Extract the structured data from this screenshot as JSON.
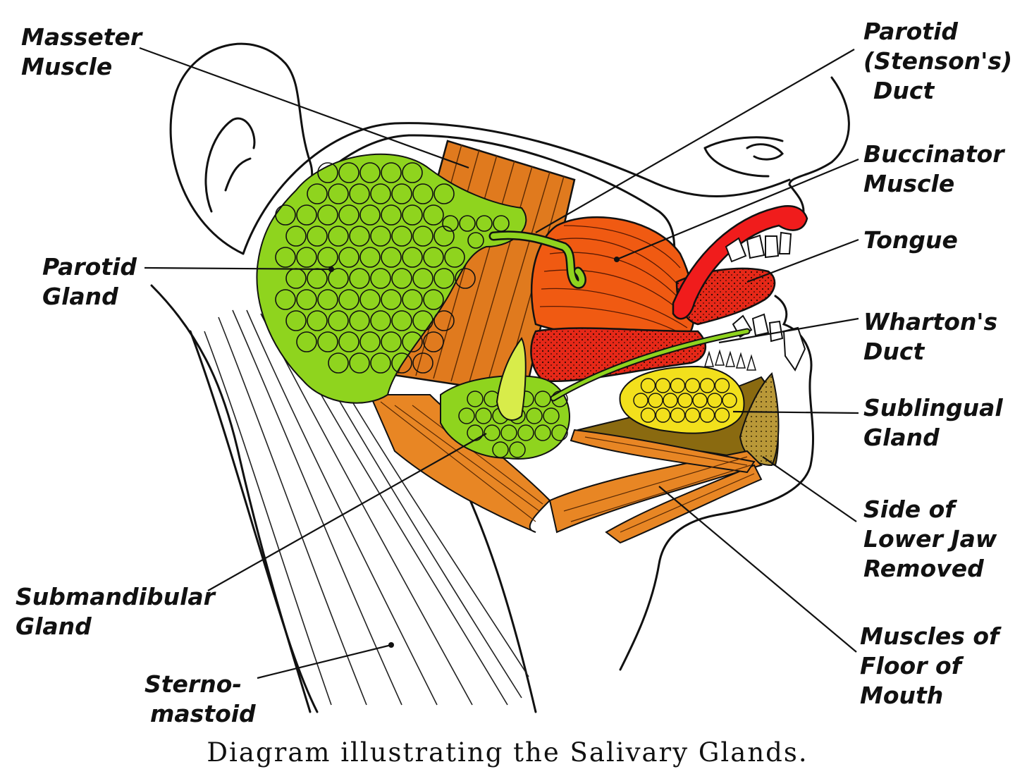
{
  "caption": "Diagram illustrating the Salivary Glands.",
  "labels": {
    "masseter": [
      "Masseter",
      "Muscle"
    ],
    "parotid_duct": [
      "Parotid",
      "(Stenson's)",
      "Duct"
    ],
    "buccinator": [
      "Buccinator",
      "Muscle"
    ],
    "tongue": [
      "Tongue"
    ],
    "whartons_duct": [
      "Wharton's",
      "Duct"
    ],
    "sublingual": [
      "Sublingual",
      "Gland"
    ],
    "jaw_removed": [
      "Side of",
      "Lower Jaw",
      "Removed"
    ],
    "floor_muscles": [
      "Muscles of",
      "Floor of",
      "Mouth"
    ],
    "parotid_gland": [
      "Parotid",
      "Gland"
    ],
    "submandibular": [
      "Submandibular",
      "Gland"
    ],
    "sternomastoid": [
      "Sterno-",
      "mastoid"
    ]
  },
  "colors": {
    "parotid_gland": "#8fd41e",
    "submandibular_gland": "#8fd41e",
    "sublingual_gland": "#f2e01c",
    "masseter_muscle": "#e07a1e",
    "buccinator_muscle": "#f05a12",
    "tongue": "#e62818",
    "lips": "#f01c1c",
    "floor_muscles": "#e88624",
    "jaw_cut": "#8a6a10",
    "outline": "#111111"
  }
}
